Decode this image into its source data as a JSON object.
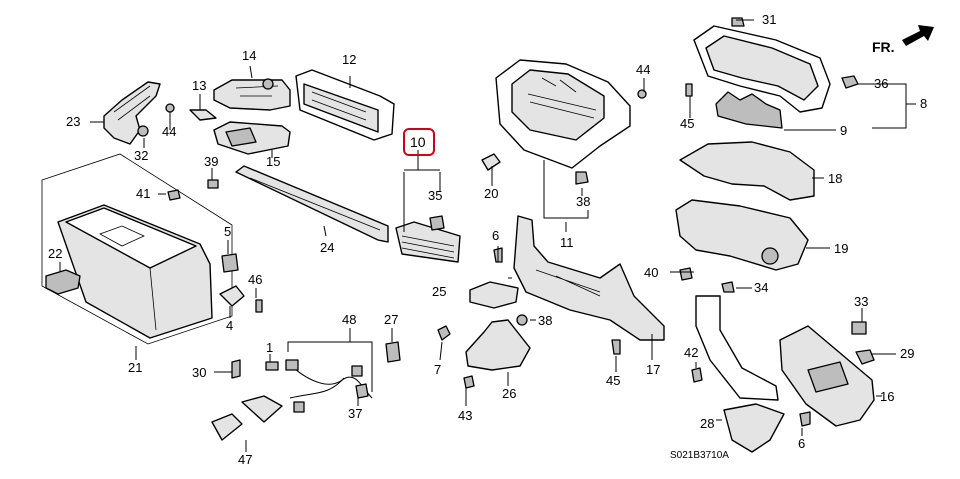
{
  "diagram": {
    "part_code": "S021B3710A",
    "direction_marker": "FR.",
    "highlighted_callout": "10",
    "highlight_color": "#d0021b",
    "callouts": {
      "c1": "1",
      "c4": "4",
      "c5": "5",
      "c6a": "6",
      "c6b": "6",
      "c7": "7",
      "c8": "8",
      "c9": "9",
      "c10": "10",
      "c11": "11",
      "c12": "12",
      "c13": "13",
      "c14": "14",
      "c15": "15",
      "c16": "16",
      "c17": "17",
      "c18": "18",
      "c19": "19",
      "c20": "20",
      "c21": "21",
      "c22": "22",
      "c23": "23",
      "c24": "24",
      "c25": "25",
      "c26": "26",
      "c27": "27",
      "c28": "28",
      "c29": "29",
      "c30": "30",
      "c31": "31",
      "c32": "32",
      "c33": "33",
      "c34": "34",
      "c35": "35",
      "c36": "36",
      "c37": "37",
      "c38a": "38",
      "c38b": "38",
      "c39": "39",
      "c40": "40",
      "c41": "41",
      "c42": "42",
      "c43": "43",
      "c44a": "44",
      "c44b": "44",
      "c45a": "45",
      "c45b": "45",
      "c46": "46",
      "c47": "47",
      "c48": "48"
    }
  }
}
